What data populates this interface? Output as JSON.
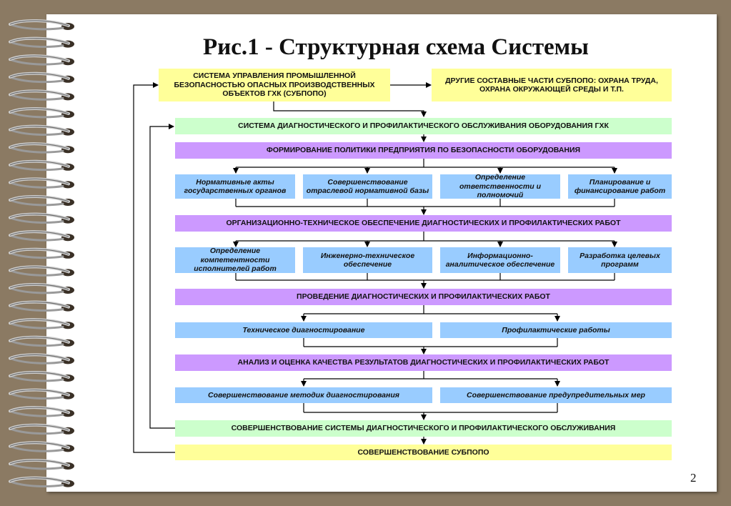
{
  "title": "Рис.1 - Структурная схема Системы",
  "page_number": "2",
  "colors": {
    "yellow": "#ffff99",
    "green": "#ccffcc",
    "violet": "#cc99ff",
    "blue": "#99ccff",
    "background": "#8b7a63"
  },
  "nodes": {
    "subbopo": "СИСТЕМА УПРАВЛЕНИЯ ПРОМЫШЛЕННОЙ БЕЗОПАСНОСТЬЮ ОПАСНЫХ ПРОИЗВОДСТВЕННЫХ ОБЪЕКТОВ ГХК (СУБПОПО)",
    "other_parts": "ДРУГИЕ СОСТАВНЫЕ ЧАСТИ СУБПОПО: ОХРАНА ТРУДА, ОХРАНА ОКРУЖАЮЩЕЙ СРЕДЫ И Т.П.",
    "diag_system": "СИСТЕМА ДИАГНОСТИЧЕСКОГО И ПРОФИЛАКТИЧЕСКОГО ОБСЛУЖИВАНИЯ ОБОРУДОВАНИЯ ГХК",
    "policy": "ФОРМИРОВАНИЕ ПОЛИТИКИ ПРЕДПРИЯТИЯ ПО БЕЗОПАСНОСТИ ОБОРУДОВАНИЯ",
    "policy_items": [
      "Нормативные акты государственных органов",
      "Совершенствование отраслевой нормативной базы",
      "Определение ответственности и полномочий",
      "Планирование и финансирование работ"
    ],
    "org_support": "ОРГАНИЗАЦИОННО-ТЕХНИЧЕСКОЕ ОБЕСПЕЧЕНИЕ ДИАГНОСТИЧЕСКИХ И ПРОФИЛАКТИЧЕСКИХ РАБОТ",
    "org_items": [
      "Определение компетентности исполнителей работ",
      "Инженерно-техническое обеспечение",
      "Информационно-аналитическое обеспечение",
      "Разработка целевых программ"
    ],
    "conduct": "ПРОВЕДЕНИЕ ДИАГНОСТИЧЕСКИХ И ПРОФИЛАКТИЧЕСКИХ РАБОТ",
    "conduct_items": [
      "Техническое диагностирование",
      "Профилактические работы"
    ],
    "analysis": "АНАЛИЗ И ОЦЕНКА КАЧЕСТВА РЕЗУЛЬТАТОВ ДИАГНОСТИЧЕСКИХ И ПРОФИЛАКТИЧЕСКИХ РАБОТ",
    "analysis_items": [
      "Совершенствование методик диагностирования",
      "Совершенствование предупредительных мер"
    ],
    "improve_diag": "СОВЕРШЕНСТВОВАНИЕ СИСТЕМЫ ДИАГНОСТИЧЕСКОГО И ПРОФИЛАКТИЧЕСКОГО ОБСЛУЖИВАНИЯ",
    "improve_subbopo": "СОВЕРШЕНСТВОВАНИЕ СУБПОПО"
  }
}
